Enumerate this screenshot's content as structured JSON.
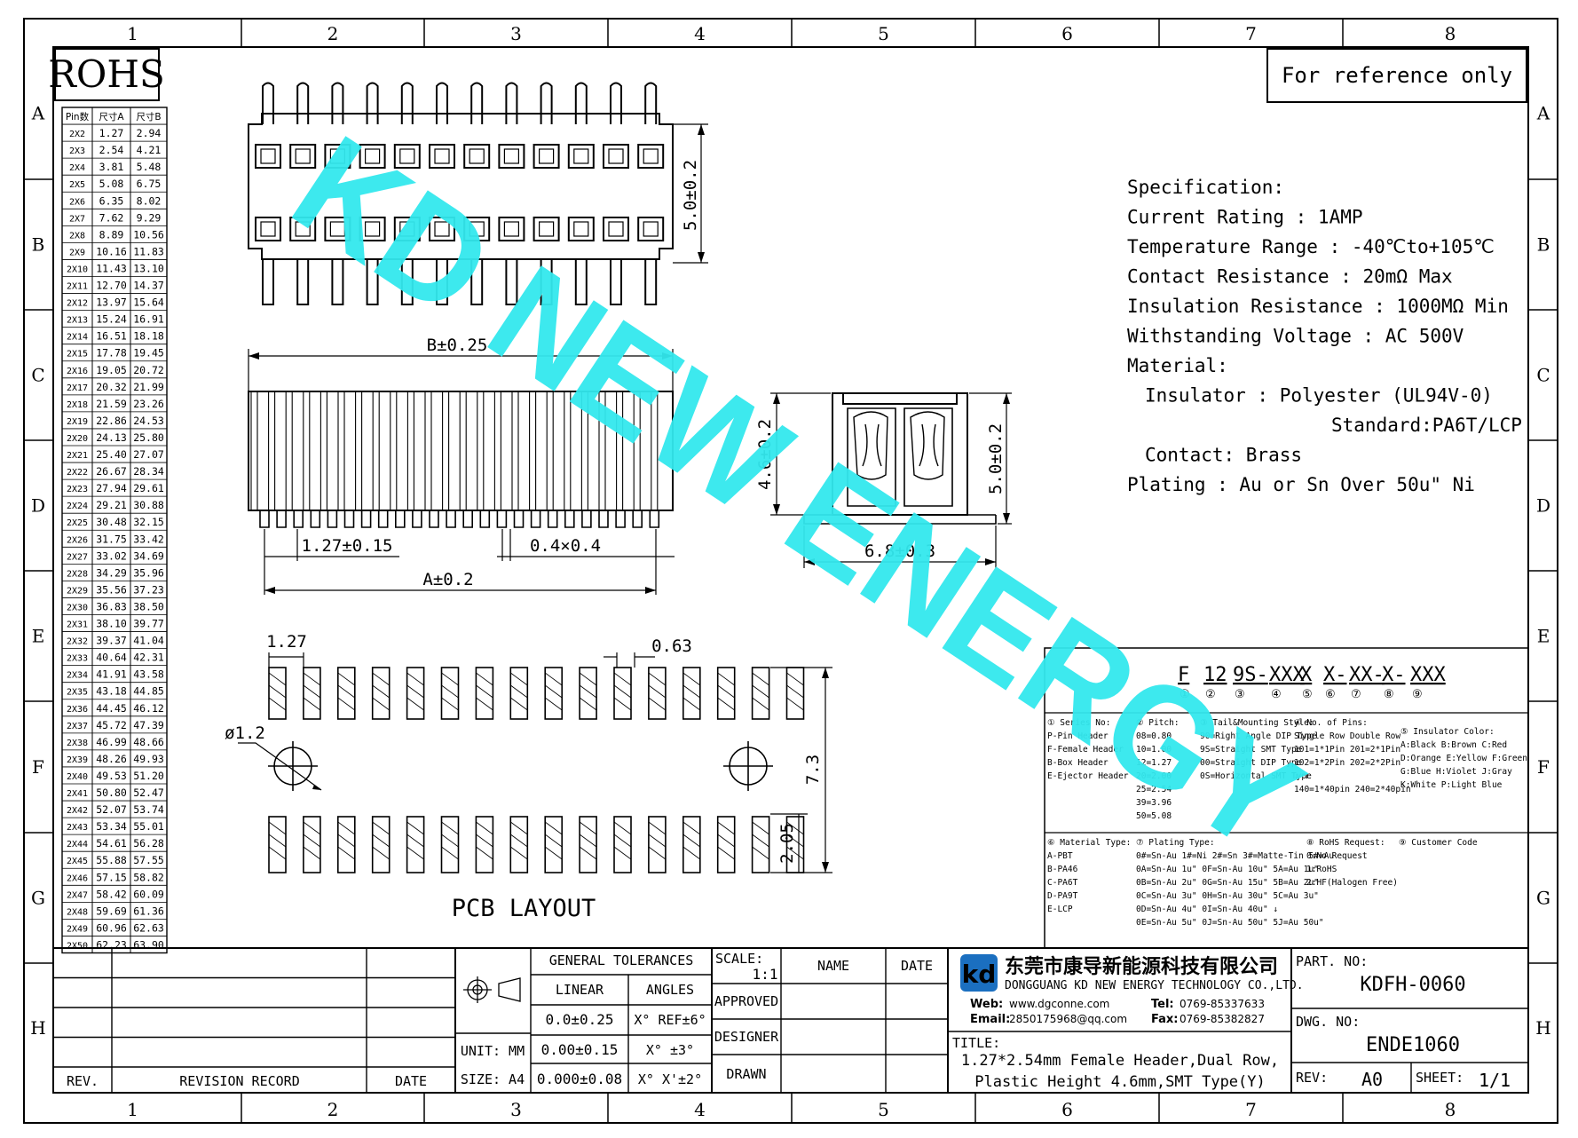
{
  "drawing": {
    "ref_note": "For reference only",
    "rohs": "ROHS",
    "watermark": "KD NEW ENERGY",
    "watermark_color": "#33e8ee",
    "columns": [
      "1",
      "2",
      "3",
      "4",
      "5",
      "6",
      "7",
      "8"
    ],
    "rows": [
      "A",
      "B",
      "C",
      "D",
      "E",
      "F",
      "G",
      "H"
    ]
  },
  "pin_table": {
    "headers": [
      "Pin数",
      "尺寸A",
      "尺寸B"
    ],
    "rows": [
      [
        "2X2",
        "1.27",
        "2.94"
      ],
      [
        "2X3",
        "2.54",
        "4.21"
      ],
      [
        "2X4",
        "3.81",
        "5.48"
      ],
      [
        "2X5",
        "5.08",
        "6.75"
      ],
      [
        "2X6",
        "6.35",
        "8.02"
      ],
      [
        "2X7",
        "7.62",
        "9.29"
      ],
      [
        "2X8",
        "8.89",
        "10.56"
      ],
      [
        "2X9",
        "10.16",
        "11.83"
      ],
      [
        "2X10",
        "11.43",
        "13.10"
      ],
      [
        "2X11",
        "12.70",
        "14.37"
      ],
      [
        "2X12",
        "13.97",
        "15.64"
      ],
      [
        "2X13",
        "15.24",
        "16.91"
      ],
      [
        "2X14",
        "16.51",
        "18.18"
      ],
      [
        "2X15",
        "17.78",
        "19.45"
      ],
      [
        "2X16",
        "19.05",
        "20.72"
      ],
      [
        "2X17",
        "20.32",
        "21.99"
      ],
      [
        "2X18",
        "21.59",
        "23.26"
      ],
      [
        "2X19",
        "22.86",
        "24.53"
      ],
      [
        "2X20",
        "24.13",
        "25.80"
      ],
      [
        "2X21",
        "25.40",
        "27.07"
      ],
      [
        "2X22",
        "26.67",
        "28.34"
      ],
      [
        "2X23",
        "27.94",
        "29.61"
      ],
      [
        "2X24",
        "29.21",
        "30.88"
      ],
      [
        "2X25",
        "30.48",
        "32.15"
      ],
      [
        "2X26",
        "31.75",
        "33.42"
      ],
      [
        "2X27",
        "33.02",
        "34.69"
      ],
      [
        "2X28",
        "34.29",
        "35.96"
      ],
      [
        "2X29",
        "35.56",
        "37.23"
      ],
      [
        "2X30",
        "36.83",
        "38.50"
      ],
      [
        "2X31",
        "38.10",
        "39.77"
      ],
      [
        "2X32",
        "39.37",
        "41.04"
      ],
      [
        "2X33",
        "40.64",
        "42.31"
      ],
      [
        "2X34",
        "41.91",
        "43.58"
      ],
      [
        "2X35",
        "43.18",
        "44.85"
      ],
      [
        "2X36",
        "44.45",
        "46.12"
      ],
      [
        "2X37",
        "45.72",
        "47.39"
      ],
      [
        "2X38",
        "46.99",
        "48.66"
      ],
      [
        "2X39",
        "48.26",
        "49.93"
      ],
      [
        "2X40",
        "49.53",
        "51.20"
      ],
      [
        "2X41",
        "50.80",
        "52.47"
      ],
      [
        "2X42",
        "52.07",
        "53.74"
      ],
      [
        "2X43",
        "53.34",
        "55.01"
      ],
      [
        "2X44",
        "54.61",
        "56.28"
      ],
      [
        "2X45",
        "55.88",
        "57.55"
      ],
      [
        "2X46",
        "57.15",
        "58.82"
      ],
      [
        "2X47",
        "58.42",
        "60.09"
      ],
      [
        "2X48",
        "59.69",
        "61.36"
      ],
      [
        "2X49",
        "60.96",
        "62.63"
      ],
      [
        "2X50",
        "62.23",
        "63.90"
      ]
    ]
  },
  "dimensions": {
    "top_height": "5.0±0.2",
    "b_len": "B±0.25",
    "pitch": "1.27±0.15",
    "pin_size": "0.4×0.4",
    "a_len": "A±0.2",
    "side_h1": "4.6±0.2",
    "side_h2": "5.0±0.2",
    "side_w": "6.8±0.3",
    "pcb_pitch": "1.27",
    "pcb_pad_w": "0.63",
    "pcb_hole": "ø1.2",
    "pcb_h1": "7.3",
    "pcb_h2": "2.05",
    "pcb_label": "PCB LAYOUT"
  },
  "spec": {
    "lines": [
      "Specification:",
      "Current Rating : 1AMP",
      "Temperature Range : -40℃to+105℃",
      "Contact Resistance : 20mΩ Max",
      "Insulation Resistance : 1000MΩ Min",
      "Withstanding Voltage : AC 500V",
      "Material:",
      "  Insulator : Polyester (UL94V-0)",
      "               Standard:PA6T/LCP",
      "  Contact: Brass",
      "Plating : Au or Sn Over 50u\" Ni"
    ]
  },
  "code": {
    "parts": [
      "F",
      "12",
      "9S-",
      "XXX",
      "X",
      "X-",
      "XX-",
      "X-",
      "XXX"
    ],
    "nums": [
      "①",
      "②",
      "③",
      "④",
      "⑤",
      "⑥",
      "⑦",
      "⑧",
      "⑨"
    ],
    "block1": [
      [
        "① Series No:",
        "P-Pin Header",
        "F-Female Header",
        "B-Box Header",
        "E-Ejector Header"
      ],
      [
        "② Pitch:",
        "08=0.80",
        "10=1.00",
        "12=1.27",
        "20=2.00",
        "25=2.54",
        "39=3.96",
        "50=5.08"
      ],
      [
        "③ Tail&Mounting Style:",
        "90=Right Angle DIP Type",
        "9S=Straight SMT Type",
        "00=Straight DIP Type",
        "0S=Horizontal SMT Type"
      ],
      [
        "④ No. of Pins:",
        "Single Row   Double Row",
        "101=1*1Pin   201=2*1Pin",
        "102=1*2Pin   202=2*2Pin",
        "  ↓              ↓",
        "140=1*40pin  240=2*40pin"
      ],
      [
        "⑤ Insulator Color:",
        "A:Black  B:Brown  C:Red",
        "D:Orange E:Yellow F:Green",
        "G:Blue   H:Violet J:Gray",
        "K:White  P:Light Blue"
      ]
    ],
    "block2": [
      [
        "⑥ Material Type:",
        "A-PBT",
        "B-PA46",
        "C-PA6T",
        "D-PA9T",
        "E-LCP"
      ],
      [
        "⑦ Plating Type:",
        "0#=Sn-Au 1#=Ni 2#=Sn 3#=Matte-Tin 5#=Au",
        "0A=Sn-Au 1u\" 0F=Sn-Au 10u\" 5A=Au 1u\"",
        "0B=Sn-Au 2u\" 0G=Sn-Au 15u\" 5B=Au 2u\"",
        "0C=Sn-Au 3u\" 0H=Sn-Au 30u\" 5C=Au 3u\"",
        "0D=Sn-Au 4u\" 0I=Sn-Au 40u\"   ↓",
        "0E=Sn-Au 5u\" 0J=Sn-Au 50u\" 5J=Au 50u\""
      ],
      [
        "⑧ RoHS Request:",
        "0:No Request",
        "1:RoHS",
        "2:HF(Halogen Free)"
      ],
      [
        "⑨ Customer Code"
      ]
    ]
  },
  "title_block": {
    "general_tolerances": "GENERAL TOLERANCES",
    "linear": "LINEAR",
    "angles": "ANGLES",
    "tol_linear": [
      "0.0±0.25",
      "0.00±0.15",
      "0.000±0.08"
    ],
    "tol_angles": [
      "X° REF±6°",
      "X° ±3°",
      "X° X'±2°"
    ],
    "unit": "UNIT: MM",
    "size": "SIZE: A4",
    "scale_label": "SCALE:",
    "scale": "1:1",
    "name": "NAME",
    "date": "DATE",
    "approved": "APPROVED",
    "designer": "DESIGNER",
    "drawn": "DRAWN",
    "rev_label": "REV.",
    "revision_record": "REVISION RECORD",
    "rev_date": "DATE",
    "company_cn": "东莞市康导新能源科技有限公司",
    "company_en": "DONGGUANG KD NEW ENERGY TECHNOLOGY CO.,LTD.",
    "web_label": "Web:",
    "web": "www.dgconne.com",
    "tel_label": "Tel:",
    "tel": "0769-85337633",
    "email_label": "Email:",
    "email": "2850175968@qq.com",
    "fax_label": "Fax:",
    "fax": "0769-85382827",
    "title_label": "TITLE:",
    "title_line1": "1.27*2.54mm Female Header,Dual Row,",
    "title_line2": "Plastic Height 4.6mm,SMT Type(Y)",
    "part_no_label": "PART. NO:",
    "part_no": "KDFH-0060",
    "dwg_no_label": "DWG. NO:",
    "dwg_no": "ENDE1060",
    "rev2_label": "REV:",
    "rev": "A0",
    "sheet_label": "SHEET:",
    "sheet": "1/1",
    "logo_color": "#1b6fc0"
  }
}
